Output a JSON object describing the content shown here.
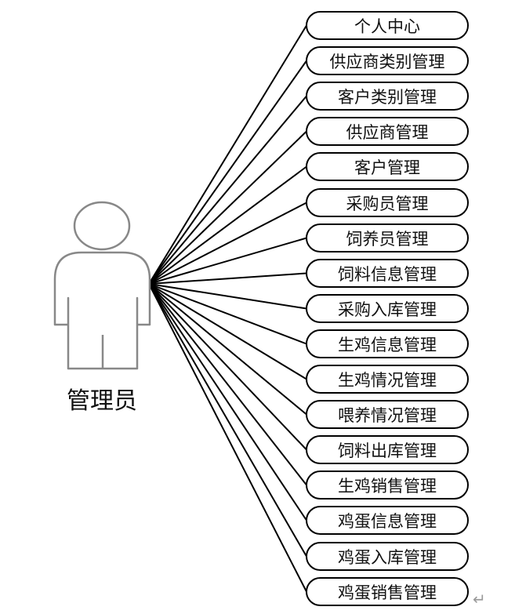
{
  "actor": {
    "label": "管理员",
    "icon": "person-icon"
  },
  "use_cases": [
    {
      "label": "个人中心"
    },
    {
      "label": "供应商类别管理"
    },
    {
      "label": "客户类别管理"
    },
    {
      "label": "供应商管理"
    },
    {
      "label": "客户管理"
    },
    {
      "label": "采购员管理"
    },
    {
      "label": "饲养员管理"
    },
    {
      "label": "饲料信息管理"
    },
    {
      "label": "采购入库管理"
    },
    {
      "label": "生鸡信息管理"
    },
    {
      "label": "生鸡情况管理"
    },
    {
      "label": "喂养情况管理"
    },
    {
      "label": "饲料出库管理"
    },
    {
      "label": "生鸡销售管理"
    },
    {
      "label": "鸡蛋信息管理"
    },
    {
      "label": "鸡蛋入库管理"
    },
    {
      "label": "鸡蛋销售管理"
    }
  ],
  "paragraph_mark": "↵"
}
